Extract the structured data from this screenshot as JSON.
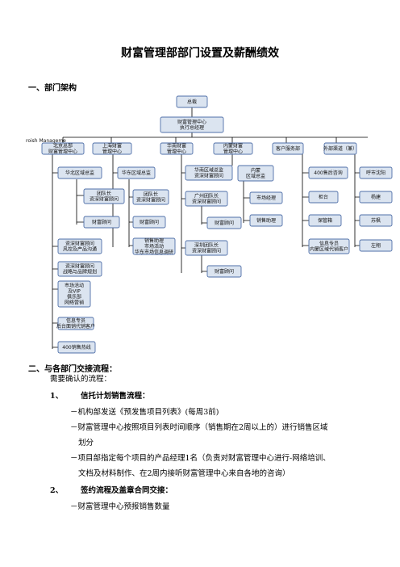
{
  "doc": {
    "title": "财富管理部部门设置及薪酬绩效",
    "section1": "一、部门架构",
    "section2": "二、与各部门交接流程：",
    "intro": "需要确认的流程：",
    "items": [
      {
        "num": "1、",
        "heading": "信托计划销售流程：",
        "lines": [
          "－机构部发送《预发售项目列表》(每周3前)",
          "－财富管理中心按照项目列表时间顺序（销售期在2周以上的）进行销售区域",
          "划分",
          "－项目部指定每个项目的产品经理1名（负责对财富管理中心进行-网络培训、",
          "文档及材料制作、在2周内接听财富管理中心来自各地的咨询）"
        ]
      },
      {
        "num": "2、",
        "heading": "签约流程及盖章合同交接：",
        "lines": [
          "－财富管理中心预报销售数量"
        ]
      }
    ]
  },
  "org": {
    "root": "总裁",
    "center": [
      "财富管理中心",
      "执行总经理"
    ],
    "overflow": "roish Manageme",
    "branches": [
      [
        "北京总部",
        "财富管理中心"
      ],
      [
        "上海财富",
        "管理中心"
      ],
      [
        "华南财富",
        "管理中心"
      ],
      [
        "内蒙财富",
        "管理中心"
      ],
      [
        "客户服务部"
      ],
      [
        "外部渠道（兼）"
      ]
    ],
    "bj": [
      [
        "华北区域总监"
      ],
      [
        "资深财富顾问",
        "风控及产品沟通"
      ],
      [
        "资深财富顾问",
        "战略与品牌规划"
      ],
      [
        "市场活动",
        "及VIP",
        "俱乐部",
        "网络营销"
      ],
      [
        "信息专员",
        "后台面销代销客户"
      ],
      [
        "400销售热线"
      ]
    ],
    "bj_sub": [
      [
        "团队长",
        "资深财富顾问"
      ],
      [
        "财富顾问"
      ]
    ],
    "sh": [
      [
        "华东区域总监"
      ],
      [
        "团队长",
        "资深财富顾问"
      ],
      [
        "财富顾问"
      ],
      [
        "销售助理",
        "市场活动",
        "华东市场信息调研"
      ]
    ],
    "hn": [
      [
        "华南区域总监",
        "资深财富顾问"
      ],
      [
        "广州团队长",
        "资深财富顾问"
      ],
      [
        "财富顾问"
      ],
      [
        "深圳团队长",
        "资深财富顾问"
      ],
      [
        "财富顾问"
      ]
    ],
    "nm": [
      [
        "内蒙",
        "区域总监"
      ],
      [
        "市场经理"
      ],
      [
        "销售助理"
      ]
    ],
    "kf": [
      [
        "400售后咨询"
      ],
      [
        "柜台"
      ],
      [
        "保管箱"
      ],
      [
        "信息专员",
        "内蒙区域代销客户"
      ]
    ],
    "wb": [
      [
        "呼市沈阳"
      ],
      [
        "杨建"
      ],
      [
        "苏枫"
      ],
      [
        "左翔"
      ]
    ],
    "colors": {
      "node_fill": "#dbe4f0",
      "node_stroke": "#4f6fa8"
    }
  }
}
